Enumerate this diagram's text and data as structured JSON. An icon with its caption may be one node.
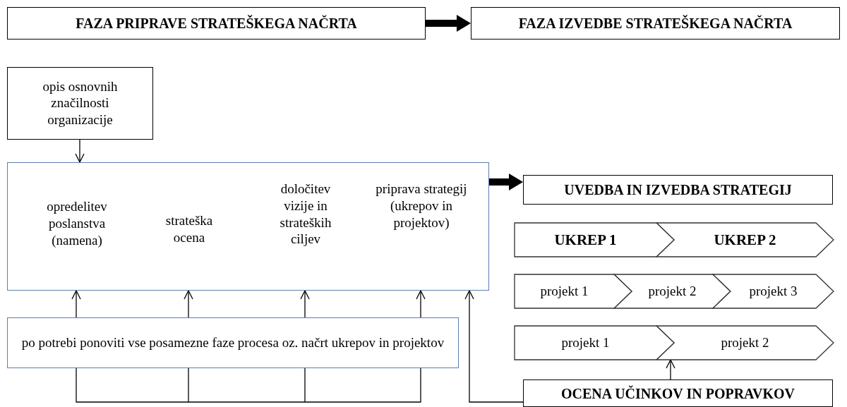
{
  "diagram": {
    "nodes": [
      {
        "text": [
          "FAZA PRIPRAVE STRATEŠKEGA NAČRTA"
        ]
      },
      {
        "text": [
          "FAZA IZVEDBE STRATEŠKEGA NAČRTA"
        ]
      },
      {
        "text": [
          "opis osnovnih značilnosti organizacije"
        ]
      },
      {
        "text": [
          "opredelitev poslanstva (namena)",
          "strateška ocena",
          "določitev vizije in strateških ciljev",
          "priprava strategij (ukrepov in projektov)"
        ]
      },
      {
        "text": [
          "po potrebi ponoviti vse posamezne faze procesa oz. načrt ukrepov in projektov"
        ]
      },
      {
        "text": [
          "UVEDBA IN IZVEDBA STRATEGIJ"
        ]
      },
      {
        "text": [
          "UKREP 1"
        ]
      },
      {
        "text": [
          "UKREP 2"
        ]
      },
      {
        "text": [
          "projekt 1"
        ]
      },
      {
        "text": [
          "projekt 2"
        ]
      },
      {
        "text": [
          "projekt 3"
        ]
      },
      {
        "text": [
          "projekt 1"
        ]
      },
      {
        "text": [
          "projekt 2"
        ]
      },
      {
        "text": [
          "OCENA UČINKOV IN POPRAVKOV"
        ]
      }
    ],
    "edges": [
      {
        "from": 0,
        "to": 1,
        "arrow": "to",
        "style": "thick"
      },
      {
        "from": 2,
        "to": 3,
        "arrow": "to"
      },
      {
        "from": 3,
        "to": 5,
        "arrow": "to",
        "style": "thick"
      },
      {
        "from": 4,
        "to": 3,
        "arrow": "to"
      },
      {
        "from": 4,
        "to": 3,
        "arrow": "to"
      },
      {
        "from": 4,
        "to": 3,
        "arrow": "to"
      },
      {
        "from": 4,
        "to": 3,
        "arrow": "to"
      },
      {
        "from": 13,
        "to": 3,
        "arrow": "to"
      },
      {
        "from": 13,
        "to": 12,
        "arrow": "to"
      }
    ]
  }
}
